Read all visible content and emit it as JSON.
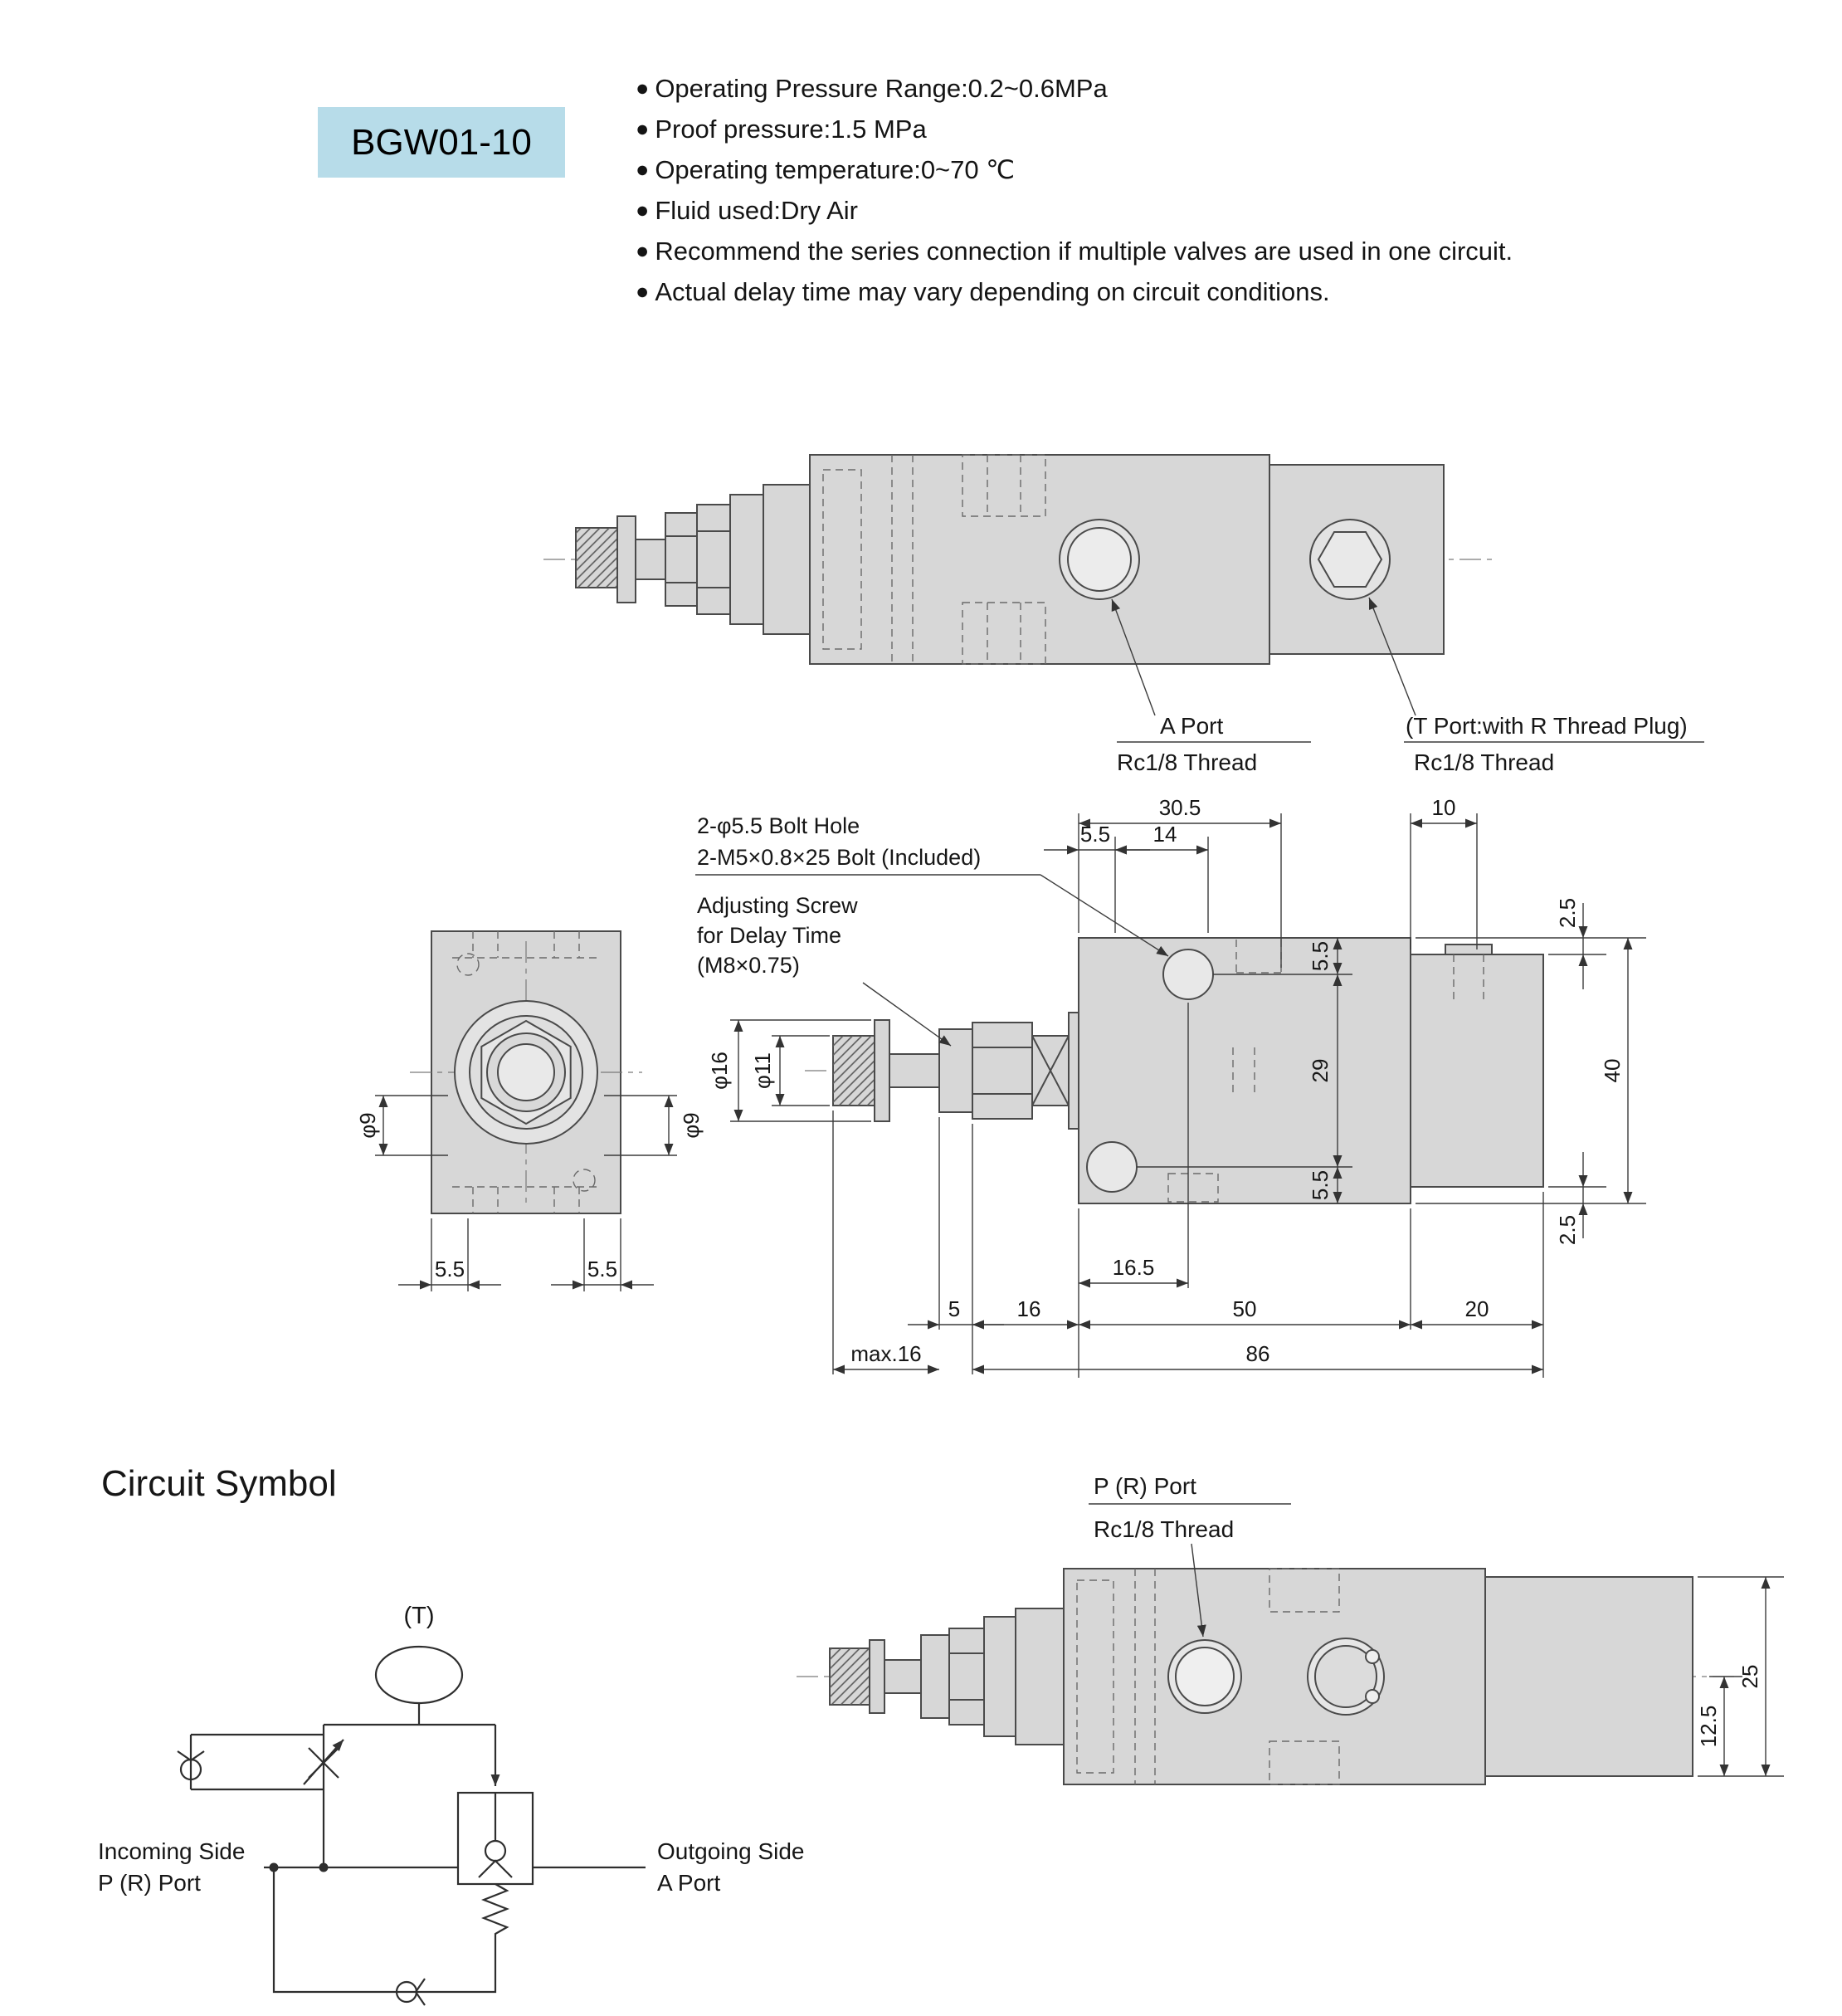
{
  "header": {
    "model": "BGW01-10",
    "model_box_color": "#b7dce9",
    "bullet_char": "●",
    "bullets": [
      "Operating Pressure Range:0.2~0.6MPa",
      "Proof pressure:1.5 MPa",
      "Operating temperature:0~70 ℃",
      "Fluid used:Dry Air",
      "Recommend the series connection if multiple valves are used in one circuit.",
      "Actual delay time may vary depending on circuit conditions."
    ]
  },
  "top_view": {
    "a_port_label": "A Port",
    "a_port_thread": "Rc1/8 Thread",
    "t_port_label": "(T Port:with R Thread Plug)",
    "t_port_thread": "Rc1/8 Thread"
  },
  "dimension_view": {
    "notes": {
      "bolt_hole_1": "2-φ5.5 Bolt Hole",
      "bolt_hole_2": "2-M5×0.8×25 Bolt (Included)",
      "adjusting_1": "Adjusting Screw",
      "adjusting_2": "for Delay Time",
      "adjusting_3": "(M8×0.75)"
    },
    "dims": {
      "top_to_port": "30.5",
      "top_offset": "5.5",
      "top_span": "14",
      "cap_top": "10",
      "inset_top": "2.5",
      "body_height": "40",
      "inset_bottom": "2.5",
      "hole_top": "5.5",
      "hole_pitch": "29",
      "hole_bottom": "5.5",
      "knob_dia": "φ16",
      "shaft_dia": "φ11",
      "hole_offset": "16.5",
      "nut_width": "5",
      "screw_section": "16",
      "body_length": "50",
      "cap_length": "20",
      "protrusion": "max.16",
      "total_length": "86",
      "end_hole_left": "φ9",
      "end_hole_right": "φ9",
      "foot_left": "5.5",
      "foot_right": "5.5"
    }
  },
  "circuit": {
    "heading": "Circuit Symbol",
    "t_label": "(T)",
    "incoming_1": "Incoming Side",
    "incoming_2": "P (R) Port",
    "outgoing_1": "Outgoing Side",
    "outgoing_2": "A Port"
  },
  "bottom_view": {
    "p_port_label": "P (R) Port",
    "p_port_thread": "Rc1/8 Thread",
    "dims": {
      "center_to_bottom": "12.5",
      "cap_height": "25"
    }
  }
}
